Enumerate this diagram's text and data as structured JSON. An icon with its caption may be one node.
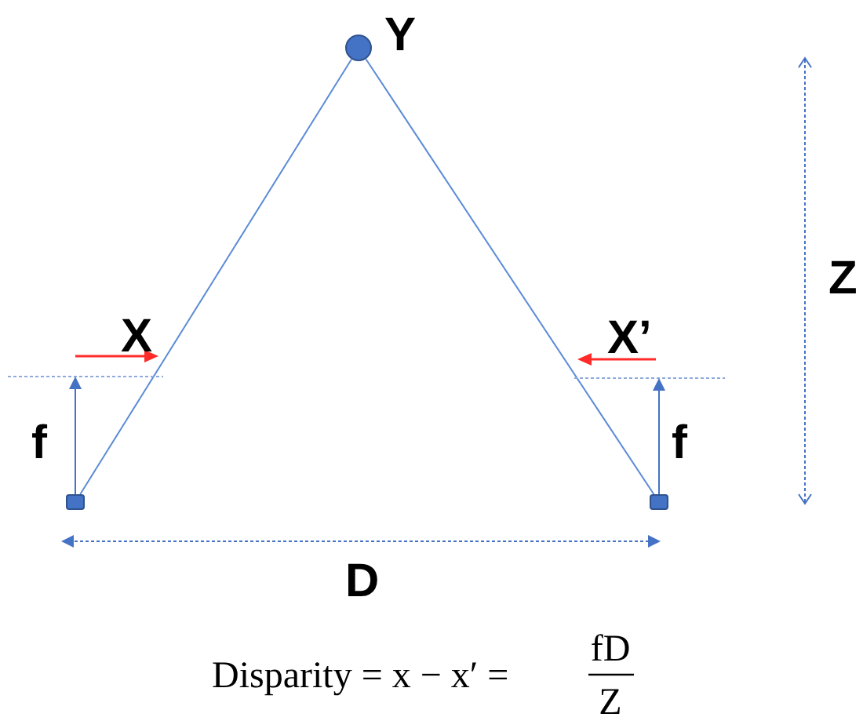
{
  "diagram": {
    "nodes": [
      {
        "text": [],
        "shape": "circle",
        "beside": [
          "Y"
        ]
      },
      {
        "text": [],
        "shape": "box"
      },
      {
        "text": [],
        "shape": "box"
      }
    ],
    "edges": [
      {
        "from": 0,
        "to": 1,
        "arrow": "none"
      },
      {
        "from": 0,
        "to": 2,
        "arrow": "none"
      }
    ],
    "labels": [
      "X",
      "X’",
      "f",
      "f",
      "Z",
      "D",
      "Disparity = x − x′ =",
      "fD",
      "Z"
    ]
  }
}
